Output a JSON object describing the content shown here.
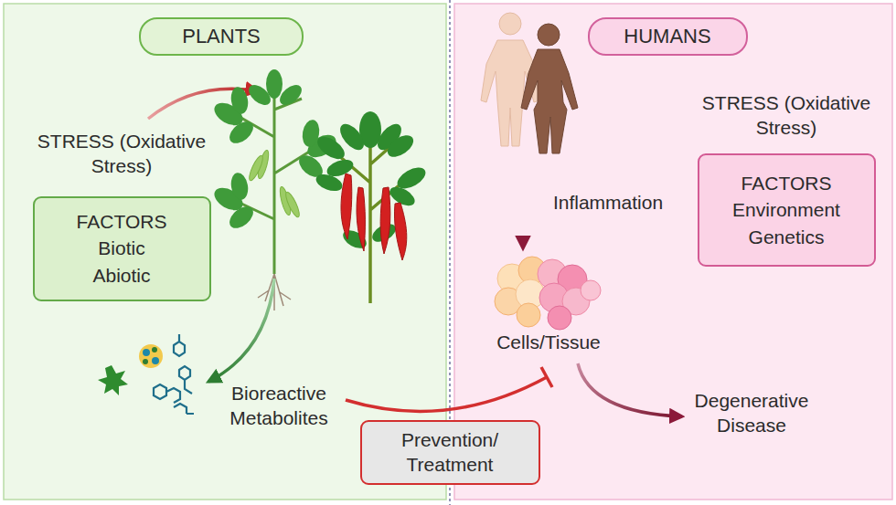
{
  "diagram": {
    "nodes": [
      {
        "text": [
          "PLANTS"
        ]
      },
      {
        "text": [
          "FACTORS Biotic Abiotic"
        ]
      },
      {
        "text": [
          "HUMANS"
        ]
      },
      {
        "text": [
          "FACTORS Environment Genetics"
        ]
      },
      {
        "text": [
          "Prevention/ Treatment"
        ]
      }
    ],
    "labels": [
      "STRESS (Oxidative Stress)",
      "Bioreactive Metabolites",
      "Inflammation",
      "Cells/Tissue",
      "Degenerative Disease",
      "STRESS (Oxidative Stress)"
    ]
  }
}
